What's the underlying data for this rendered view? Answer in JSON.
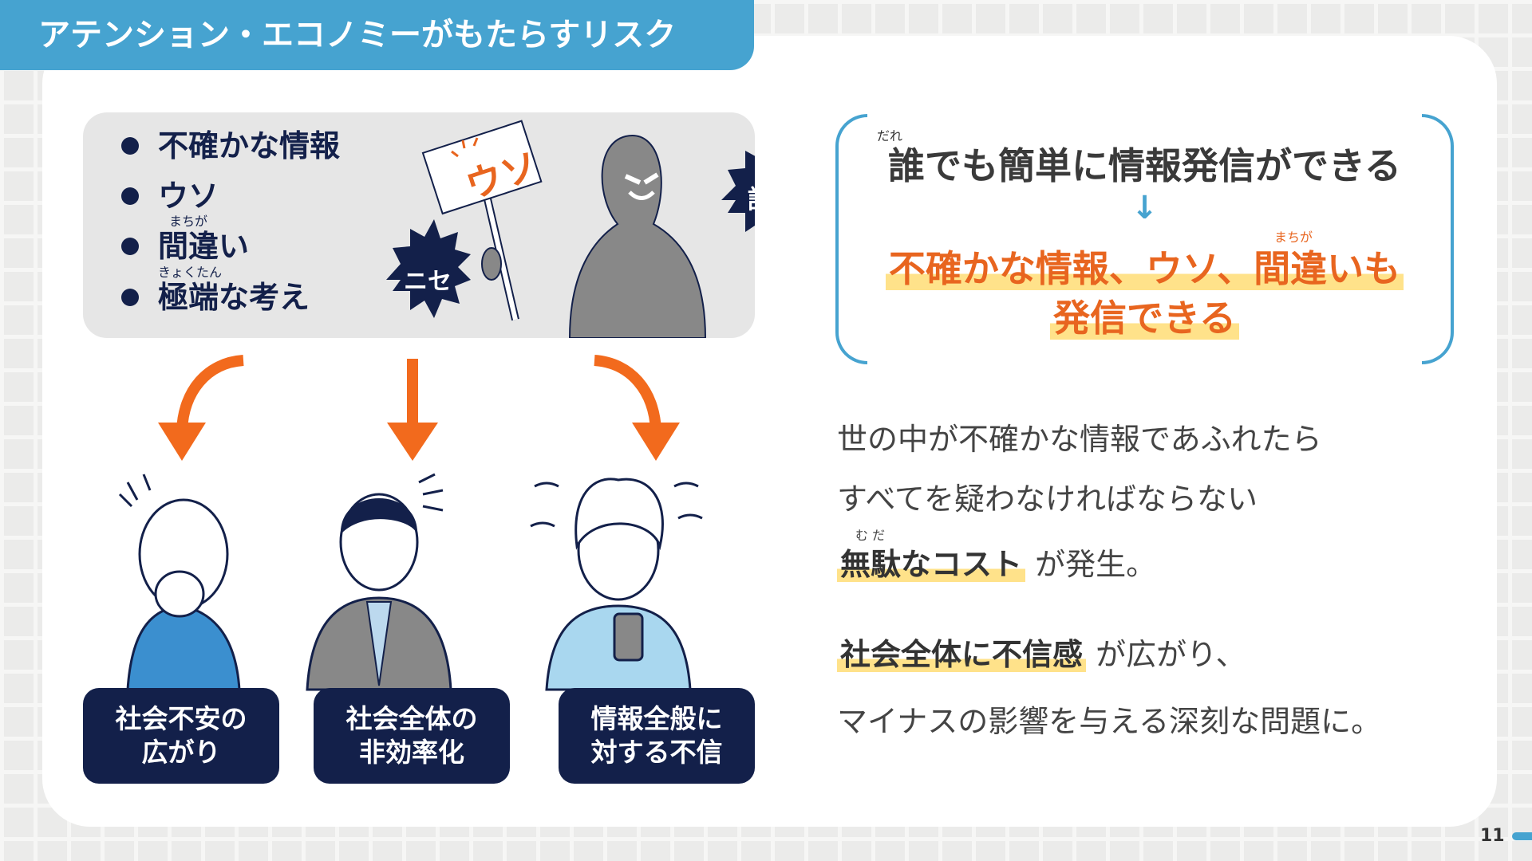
{
  "title": "アテンション・エコノミーがもたらすリスク",
  "left_box": {
    "bullets": [
      {
        "text": "不確かな情報",
        "ruby": ""
      },
      {
        "text": "ウソ",
        "ruby": ""
      },
      {
        "text": "間違い",
        "ruby": "まちが"
      },
      {
        "text": "極端な考え",
        "ruby": "きょくたん"
      }
    ],
    "sign_text": "ウソ",
    "burst_1": "誤",
    "burst_2": "ニセ"
  },
  "effects": [
    {
      "line1": "社会不安の",
      "line2": "広がり"
    },
    {
      "line1": "社会全体の",
      "line2": "非効率化"
    },
    {
      "line1": "情報全般に",
      "line2": "対する不信"
    }
  ],
  "callout": {
    "ruby_dare": "だれ",
    "line1": "誰でも簡単に情報発信ができる",
    "arrow": "↓",
    "ruby_machiga": "まちが",
    "line2": "不確かな情報、ウソ、間違いも",
    "line3": "発信できる"
  },
  "paragraph": {
    "p1": "世の中が不確かな情報であふれたら",
    "p2": "すべてを疑わなければならない",
    "ruby_muda": "む だ",
    "p3_em": "無駄なコスト",
    "p3_rest": "が発生。",
    "p4_em": "社会全体に不信感",
    "p4_rest": "が広がり、",
    "p5": "マイナスの影響を与える深刻な問題に。"
  },
  "page_number": "11",
  "colors": {
    "accent": "#46a3d0",
    "navy": "#13204a",
    "orange": "#e8651f",
    "highlight": "#ffe28a"
  }
}
